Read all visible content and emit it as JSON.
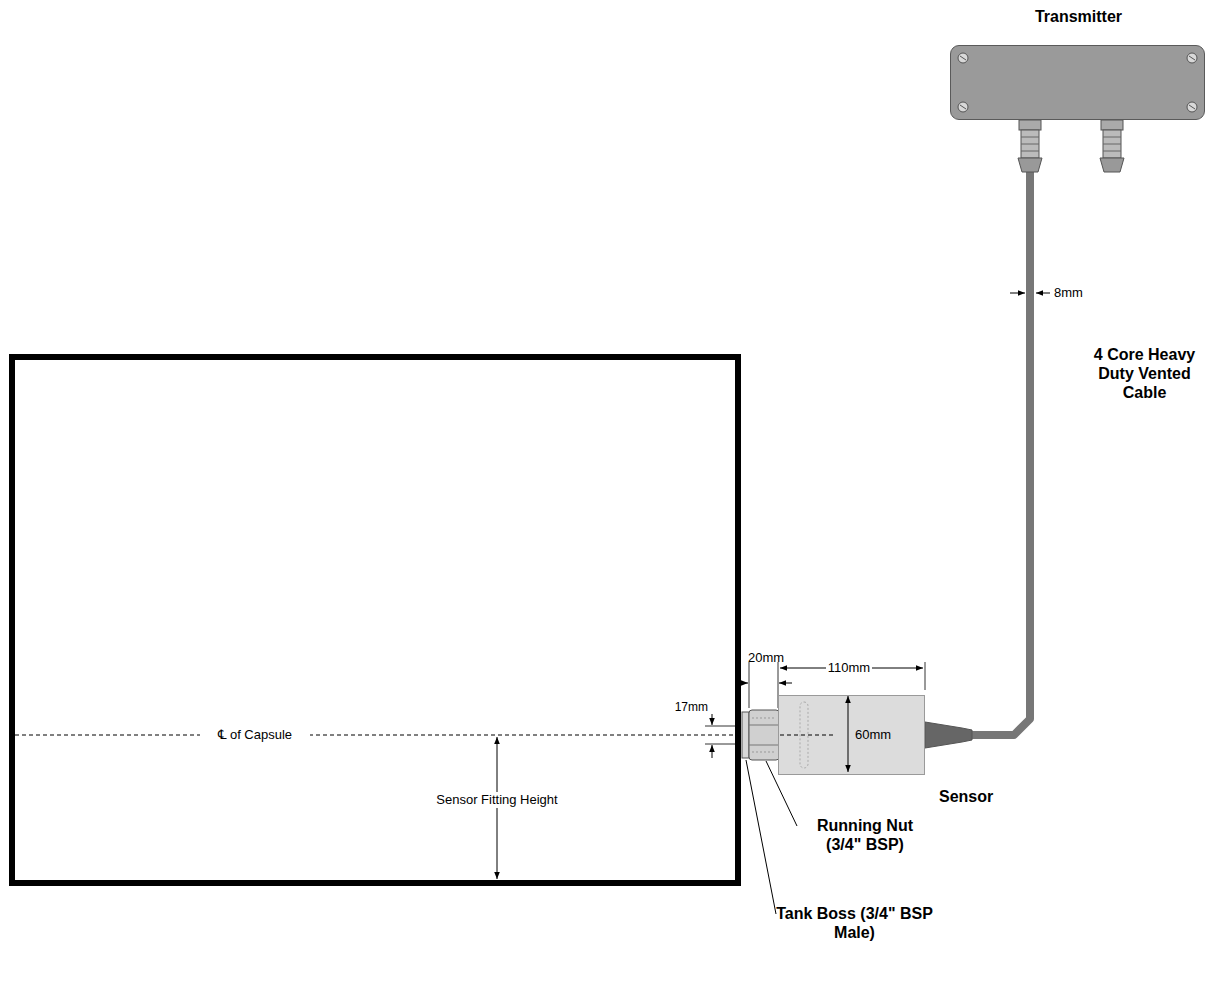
{
  "diagram": {
    "nodes": [
      {
        "text": [
          "Transmitter"
        ]
      },
      {
        "text": [
          "Sensor"
        ]
      }
    ],
    "edges": [
      {
        "from": 1,
        "to": 0,
        "arrow": "none",
        "label": "4 Core Heavy Duty Vented Cable"
      }
    ],
    "labels": [
      "℄ of Capsule",
      "Sensor Fitting Height",
      "17mm",
      "20mm",
      "110mm",
      "60mm",
      "8mm",
      "Running Nut (3/4\" BSP)",
      "Tank Boss (3/4\" BSP Male)"
    ]
  }
}
